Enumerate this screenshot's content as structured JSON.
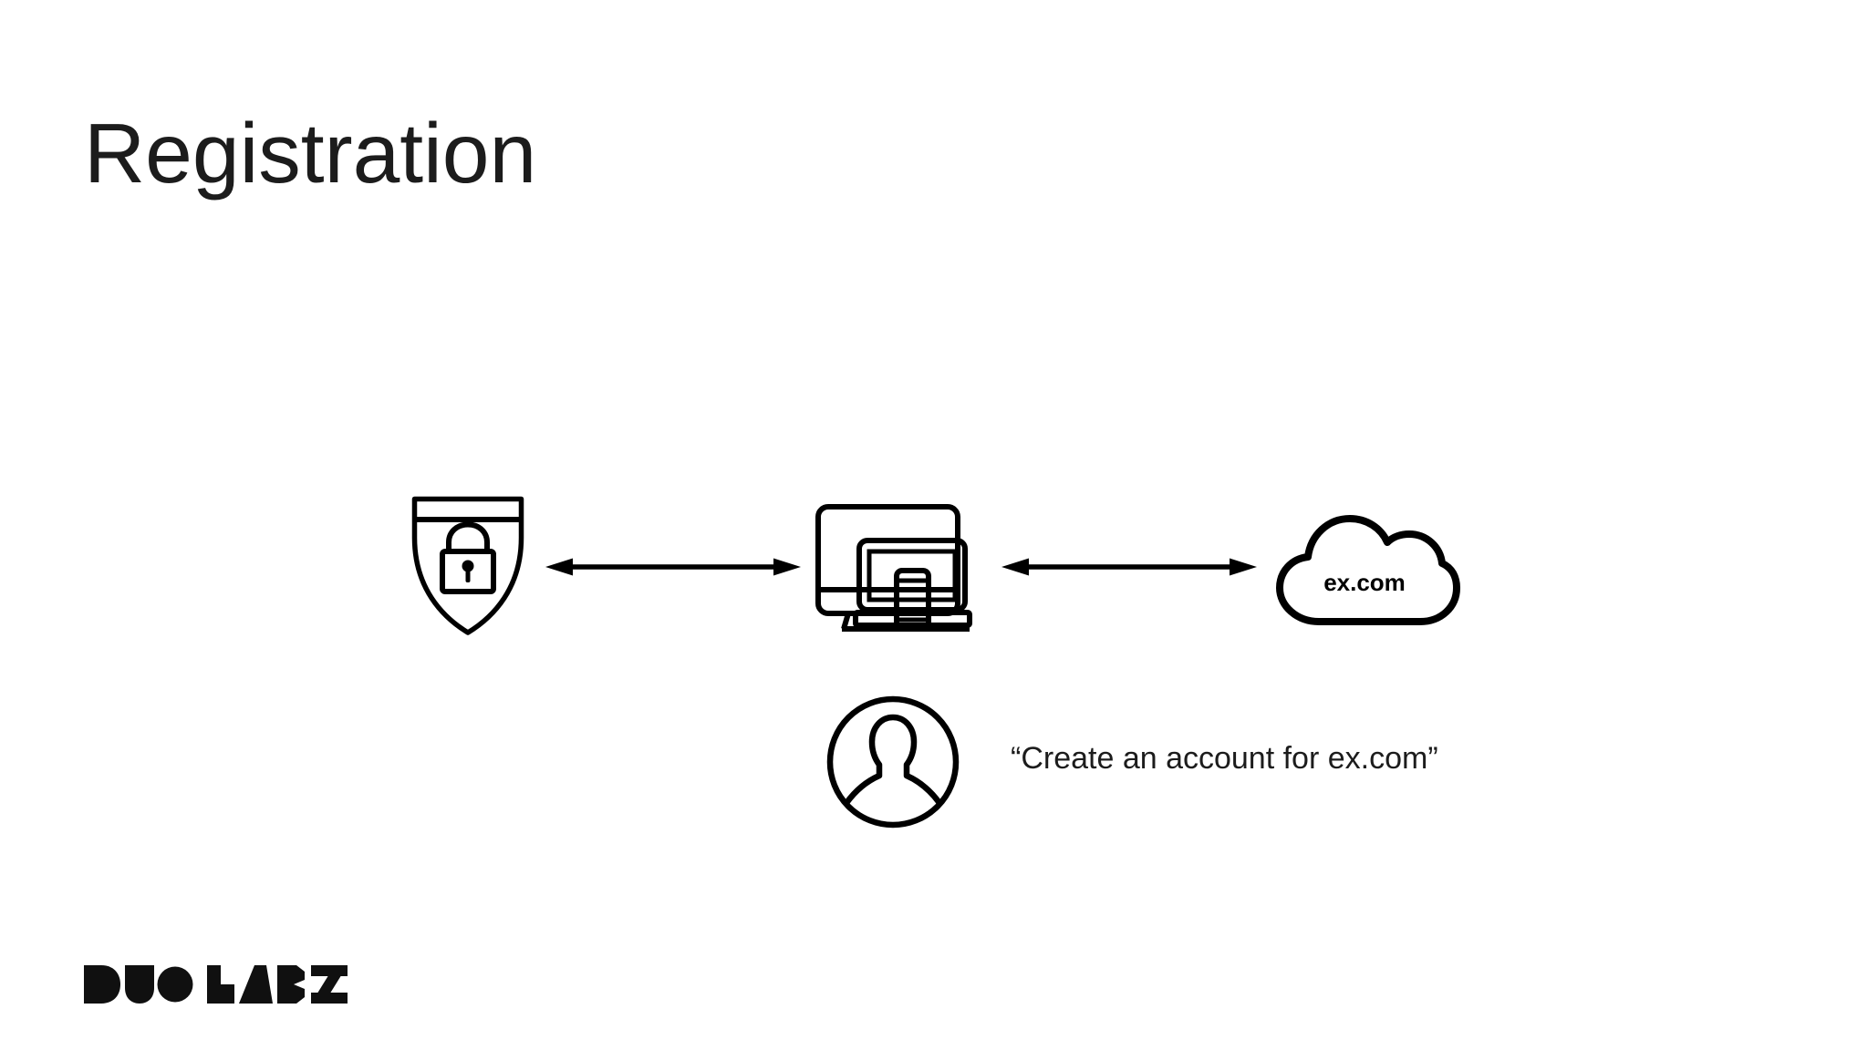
{
  "slide": {
    "title": "Registration"
  },
  "diagram": {
    "authenticator": {
      "icon": "shield-lock-icon"
    },
    "client": {
      "icon": "devices-icon"
    },
    "website": {
      "icon": "cloud-icon",
      "label": "ex.com"
    },
    "arrow_left": {
      "icon": "double-arrow-icon",
      "direction": "bidirectional"
    },
    "arrow_right": {
      "icon": "double-arrow-icon",
      "direction": "bidirectional"
    }
  },
  "annotation": {
    "icon": "person-icon",
    "quote": "“Create an account for ex.com”"
  },
  "footer": {
    "logo_text": "DUO LABS"
  },
  "colors": {
    "background": "#ffffff",
    "ink": "#000000",
    "text": "#1c1c1c"
  }
}
